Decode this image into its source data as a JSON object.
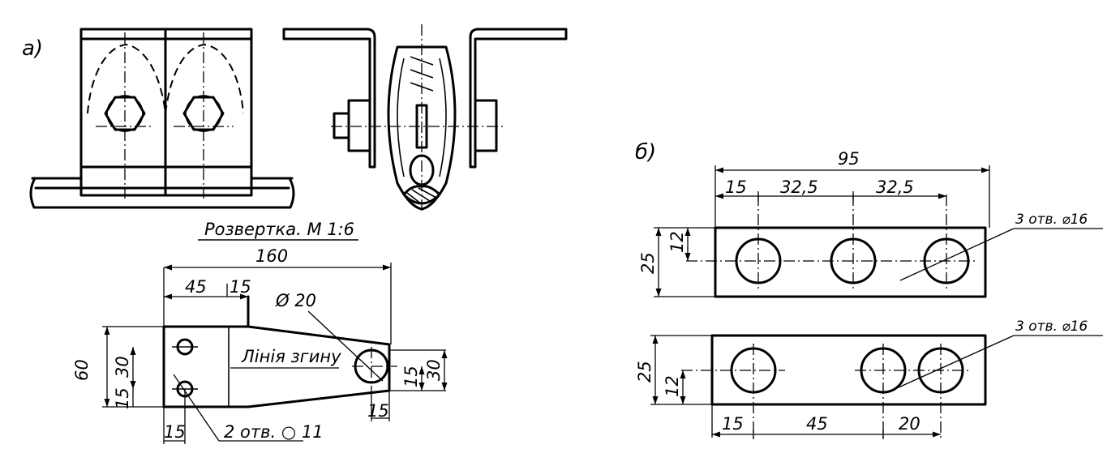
{
  "part_a": {
    "label": "а)",
    "development_title": "Розвертка. М 1:6",
    "dims": {
      "total_length": "160",
      "d45": "45",
      "d15_top": "15",
      "hole_dia": "Ø 20",
      "height": "60",
      "d30_left": "30",
      "d15_left": "15",
      "bend_line": "Лінія згину",
      "d15_right": "15",
      "d30_right": "30",
      "d15_bottom_right": "15",
      "d15_bottom_left": "15",
      "holes_note": "2 отв. ○ 11"
    }
  },
  "part_b": {
    "label": "б)",
    "plate1": {
      "overall": "95",
      "d15": "15",
      "d32_1": "32,5",
      "d32_2": "32,5",
      "height": "25",
      "hole_center": "12",
      "holes_note": "3 отв. ⌀16"
    },
    "plate2": {
      "height": "25",
      "hole_center": "12",
      "d15": "15",
      "d45": "45",
      "d20": "20",
      "holes_note": "3 отв. ⌀16"
    }
  }
}
